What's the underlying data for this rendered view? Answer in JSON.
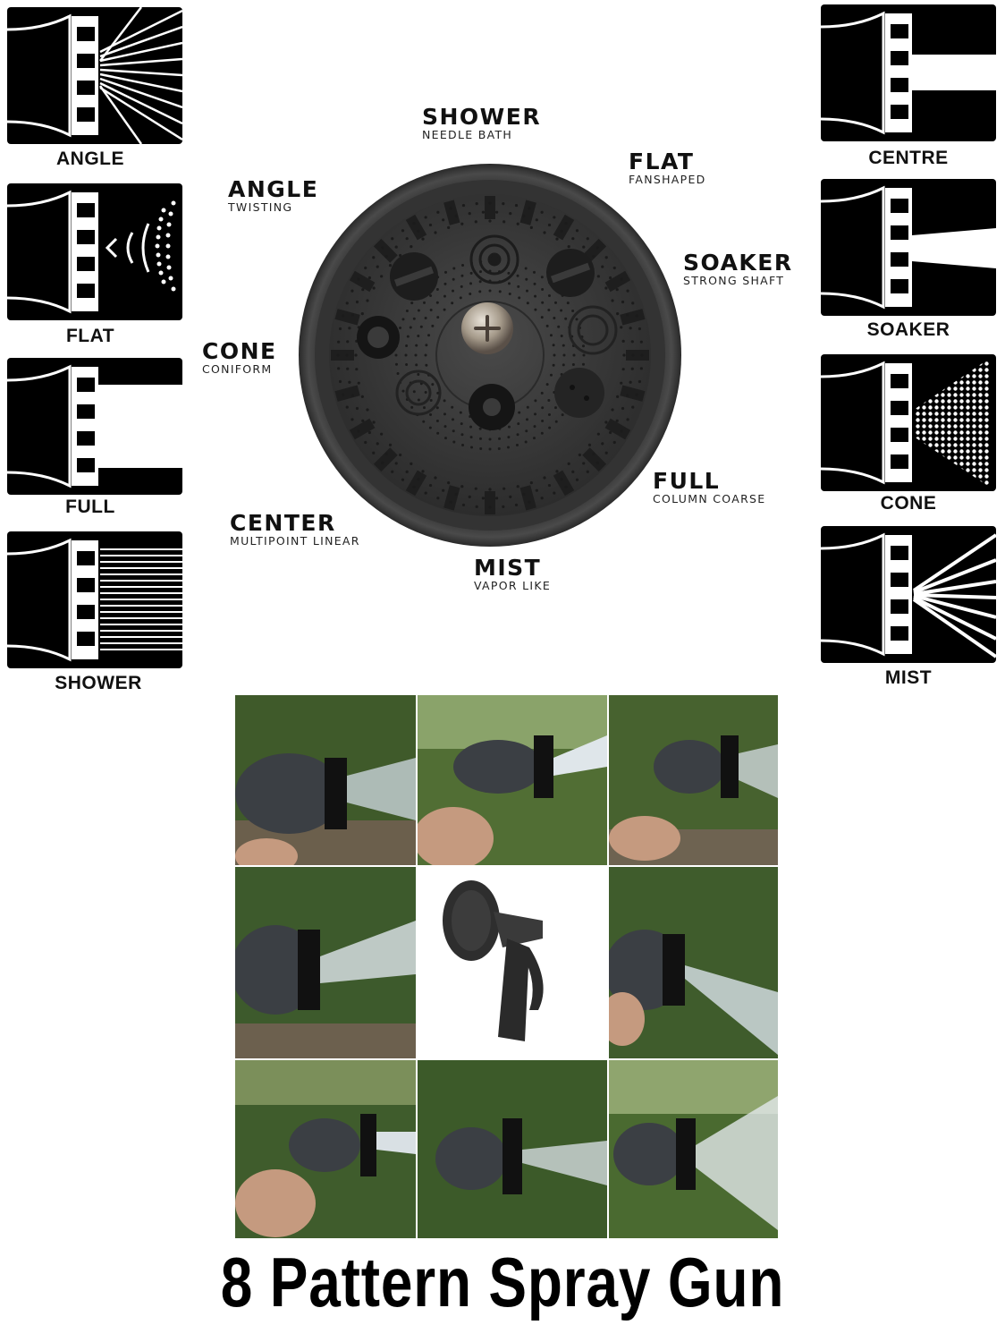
{
  "left_patterns": [
    {
      "label": "ANGLE"
    },
    {
      "label": "FLAT"
    },
    {
      "label": "FULL"
    },
    {
      "label": "SHOWER"
    }
  ],
  "right_patterns": [
    {
      "label": "CENTRE"
    },
    {
      "label": "SOAKER"
    },
    {
      "label": "CONE"
    },
    {
      "label": "MIST"
    }
  ],
  "wheel_labels": {
    "shower": {
      "name": "SHOWER",
      "desc": "NEEDLE BATH"
    },
    "flat": {
      "name": "FLAT",
      "desc": "FANSHAPED"
    },
    "angle": {
      "name": "ANGLE",
      "desc": "TWISTING"
    },
    "soaker": {
      "name": "SOAKER",
      "desc": "STRONG SHAFT"
    },
    "cone": {
      "name": "CONE",
      "desc": "CONIFORM"
    },
    "full": {
      "name": "FULL",
      "desc": "COLUMN COARSE"
    },
    "center": {
      "name": "CENTER",
      "desc": "MULTIPOINT LINEAR"
    },
    "mist": {
      "name": "MIST",
      "desc": "VAPOR LIKE"
    }
  },
  "title": "8 Pattern Spray Gun"
}
